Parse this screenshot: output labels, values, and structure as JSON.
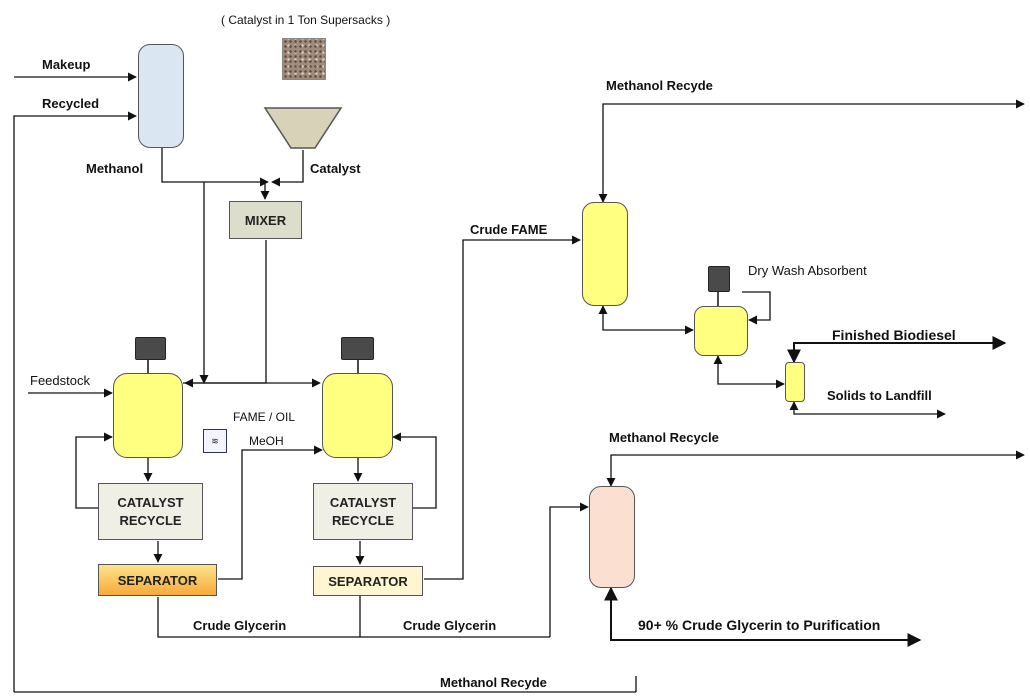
{
  "labels": {
    "catalyst_note": "( Catalyst in 1 Ton Supersacks )",
    "makeup": "Makeup",
    "recycled": "Recycled",
    "methanol": "Methanol",
    "catalyst": "Catalyst",
    "mixer": "MIXER",
    "feedstock": "Feedstock",
    "fame_oil": "FAME / OIL",
    "meoh": "MeOH",
    "catalyst_recycle_line1": "CATALYST",
    "catalyst_recycle_line2": "RECYCLE",
    "separator": "SEPARATOR",
    "crude_glycerin": "Crude Glycerin",
    "crude_fame": "Crude FAME",
    "methanol_recycle_top": "Methanol Recyde",
    "methanol_recycle_mid": "Methanol Recycle",
    "methanol_recycle_bottom": "Methanol Recyde",
    "dry_wash": "Dry Wash Absorbent",
    "finished_biodiesel": "Finished Biodiesel",
    "solids_landfill": "Solids to Landfill",
    "glycerin_purification": "90+ % Crude Glycerin to Purification"
  },
  "colors": {
    "line": "#111111",
    "reactor_fill": "#ffff80",
    "methanol_tank_fill": "#dbe6f3",
    "glycerin_column_fill": "#fbe0d2",
    "mixer_fill": "#ddddcc",
    "separator1_fill": "#f7a93a",
    "separator2_fill": "#fdf6d0"
  },
  "icons": [
    "motor-icon",
    "agitator-icon",
    "heat-exchanger-icon",
    "hopper-icon",
    "catalyst-sack-icon",
    "arrow-icon"
  ]
}
